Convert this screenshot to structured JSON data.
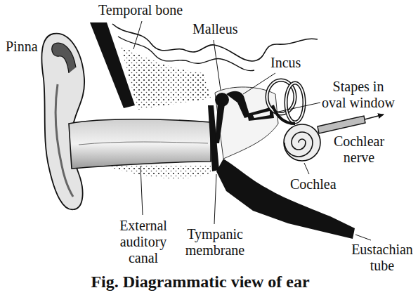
{
  "diagram": {
    "caption": "Fig. Diagrammatic view of ear",
    "labels": [
      "Temporal bone",
      "Pinna",
      "Malleus",
      "Incus",
      "Stapes in oval window",
      "Cochlear nerve",
      "Cochlea",
      "External auditory canal",
      "Tympanic membrane",
      "Eustachian tube"
    ]
  }
}
